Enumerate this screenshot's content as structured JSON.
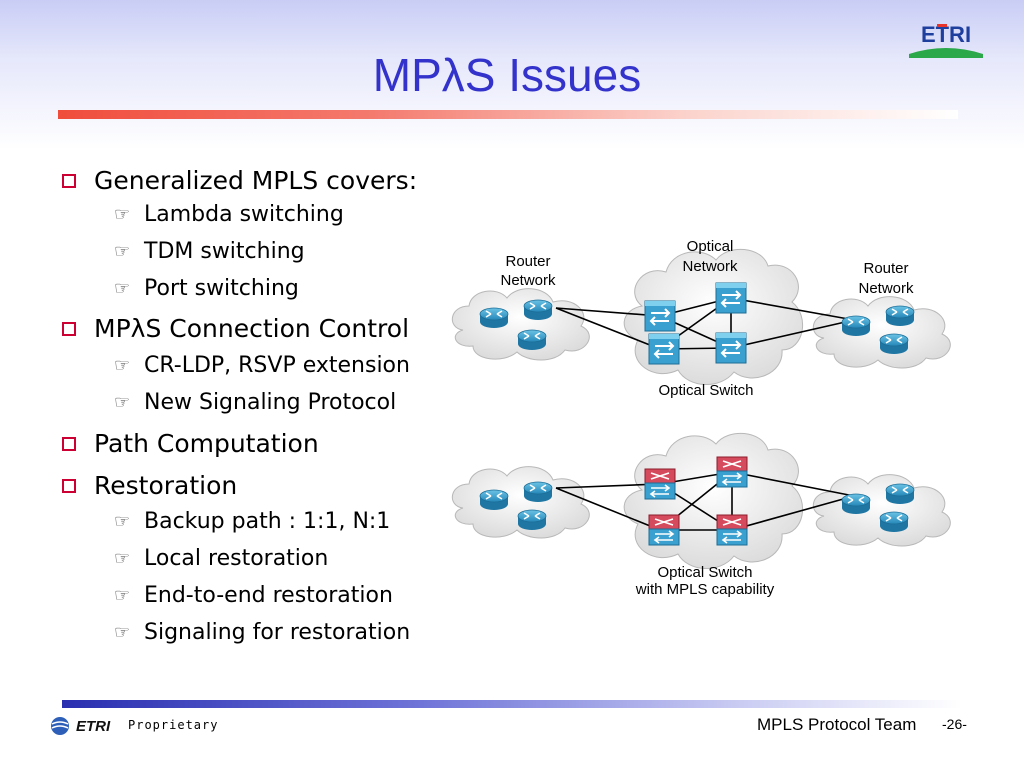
{
  "slide": {
    "title": "MPλS Issues"
  },
  "bullets": [
    {
      "text": "Generalized MPLS covers:",
      "level": 1
    },
    {
      "text": "Lambda switching",
      "level": 2
    },
    {
      "text": "TDM switching",
      "level": 2
    },
    {
      "text": "Port switching",
      "level": 2
    },
    {
      "text": "MPλS Connection Control",
      "level": 1
    },
    {
      "text": "CR-LDP, RSVP extension",
      "level": 2
    },
    {
      "text": "New Signaling Protocol",
      "level": 2
    },
    {
      "text": "Path Computation",
      "level": 1
    },
    {
      "text": "Restoration",
      "level": 1
    },
    {
      "text": "Backup path : 1:1, N:1",
      "level": 2
    },
    {
      "text": "Local restoration",
      "level": 2
    },
    {
      "text": "End-to-end restoration",
      "level": 2
    },
    {
      "text": "Signaling for restoration",
      "level": 2
    }
  ],
  "diagram": {
    "top": {
      "left_network": [
        "Router",
        "Network"
      ],
      "center_network": [
        "Optical",
        "Network"
      ],
      "right_network": [
        "Router",
        "Network"
      ],
      "caption": "Optical Switch"
    },
    "bottom": {
      "caption_line1": "Optical Switch",
      "caption_line2": "with MPLS capability"
    }
  },
  "logos": {
    "top": "ETRI",
    "footer": "ETRI"
  },
  "footer": {
    "proprietary": "Proprietary",
    "team": "MPLS Protocol Team",
    "page": "-26-"
  },
  "colors": {
    "title": "#3333cc",
    "bullet_square": "#cc0033",
    "router": "#3aa0cf",
    "mpls_switch": "#c83a50"
  }
}
